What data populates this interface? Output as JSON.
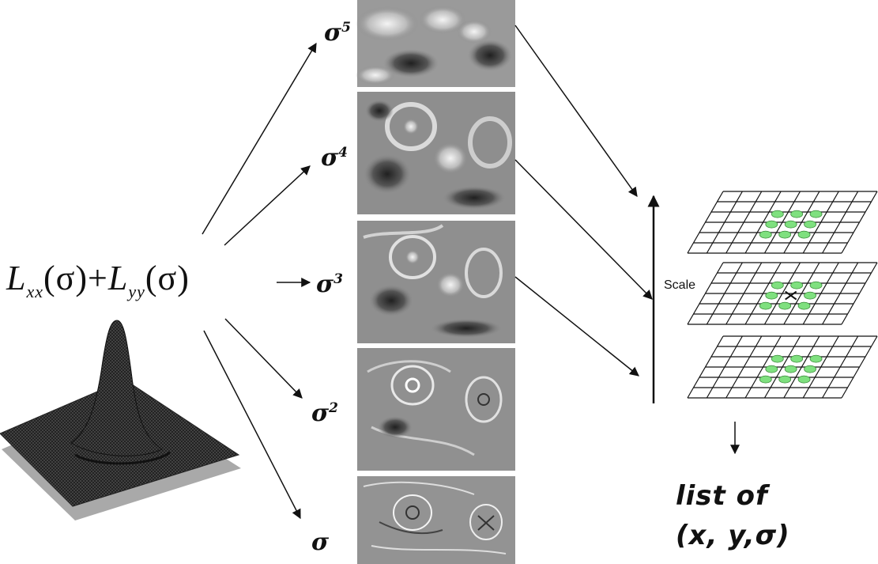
{
  "formula": {
    "lxx_base": "L",
    "lxx_sub": "xx",
    "lxx_arg": "(σ)",
    "plus": "+",
    "lyy_base": "L",
    "lyy_sub": "yy",
    "lyy_arg": "(σ)"
  },
  "scales": [
    {
      "base": "σ",
      "exp": "5"
    },
    {
      "base": "σ",
      "exp": "4"
    },
    {
      "base": "σ",
      "exp": "3"
    },
    {
      "base": "σ",
      "exp": "2"
    },
    {
      "base": "σ",
      "exp": ""
    }
  ],
  "scale_axis_label": "Scale",
  "result": {
    "line1": "list of",
    "line2": "(x, y,σ)"
  },
  "colors": {
    "keypoint_green": "#7fe07f",
    "grid_line": "#111111",
    "thumb_mid_gray": "#8a8a8a",
    "surface_dark": "#2a2a2a",
    "surface_shadow": "#a8a8a8"
  }
}
